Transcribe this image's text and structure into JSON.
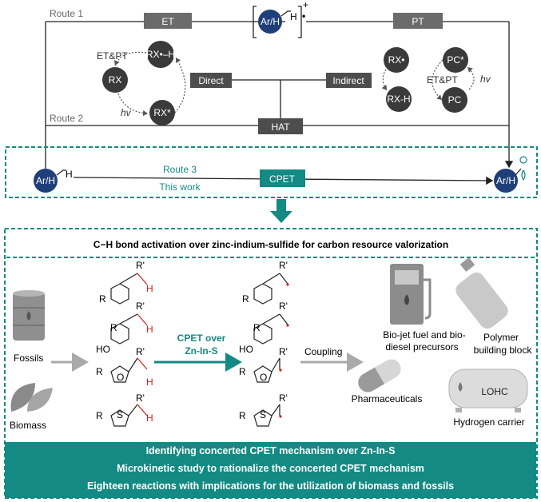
{
  "top": {
    "route1": "Route 1",
    "route2": "Route 2",
    "route3": "Route 3",
    "this_work": "This work",
    "et": "ET",
    "pt": "PT",
    "hat": "HAT",
    "cpet": "CPET",
    "direct": "Direct",
    "indirect": "Indirect",
    "arh": "Ar/H",
    "h": "H",
    "plus": "+",
    "dot": "•",
    "rx": "RX",
    "rxh_rad": "RX•–H",
    "rx_star": "RX*",
    "rx_rad": "RX•",
    "rxh": "RX-H",
    "pc_star": "PC*",
    "pc": "PC",
    "etpt": "ET&PT",
    "hv": "hv"
  },
  "middle": {
    "title": "C−H bond activation over zinc-indium-sulfide  for carbon resource valorization",
    "fossils": "Fossils",
    "biomass": "Biomass",
    "cpet_over": "CPET over",
    "catalyst": "Zn-In-S",
    "coupling": "Coupling",
    "bio_jet": "Bio-jet fuel and bio-",
    "diesel": "diesel precursors",
    "polymer": "Polymer",
    "building_block": "building block",
    "pharma": "Pharmaceuticals",
    "hydrogen": "Hydrogen carrier",
    "lohc": "LOHC",
    "r": "R",
    "rp": "R'",
    "ho": "HO",
    "o": "O",
    "s": "S",
    "hh": "H"
  },
  "bottom": {
    "line1": "Identifying concerted CPET  mechanism over Zn-In-S",
    "line2": "Microkinetic study to rationalize the concerted CPET mechanism",
    "line3": "Eighteen reactions with implications for the utilization of biomass and fossils"
  },
  "colors": {
    "teal": "#138a83",
    "dark_circle": "#3a3a3a",
    "gray_box": "#6b6b6b",
    "navy": "#1f3f7a"
  }
}
